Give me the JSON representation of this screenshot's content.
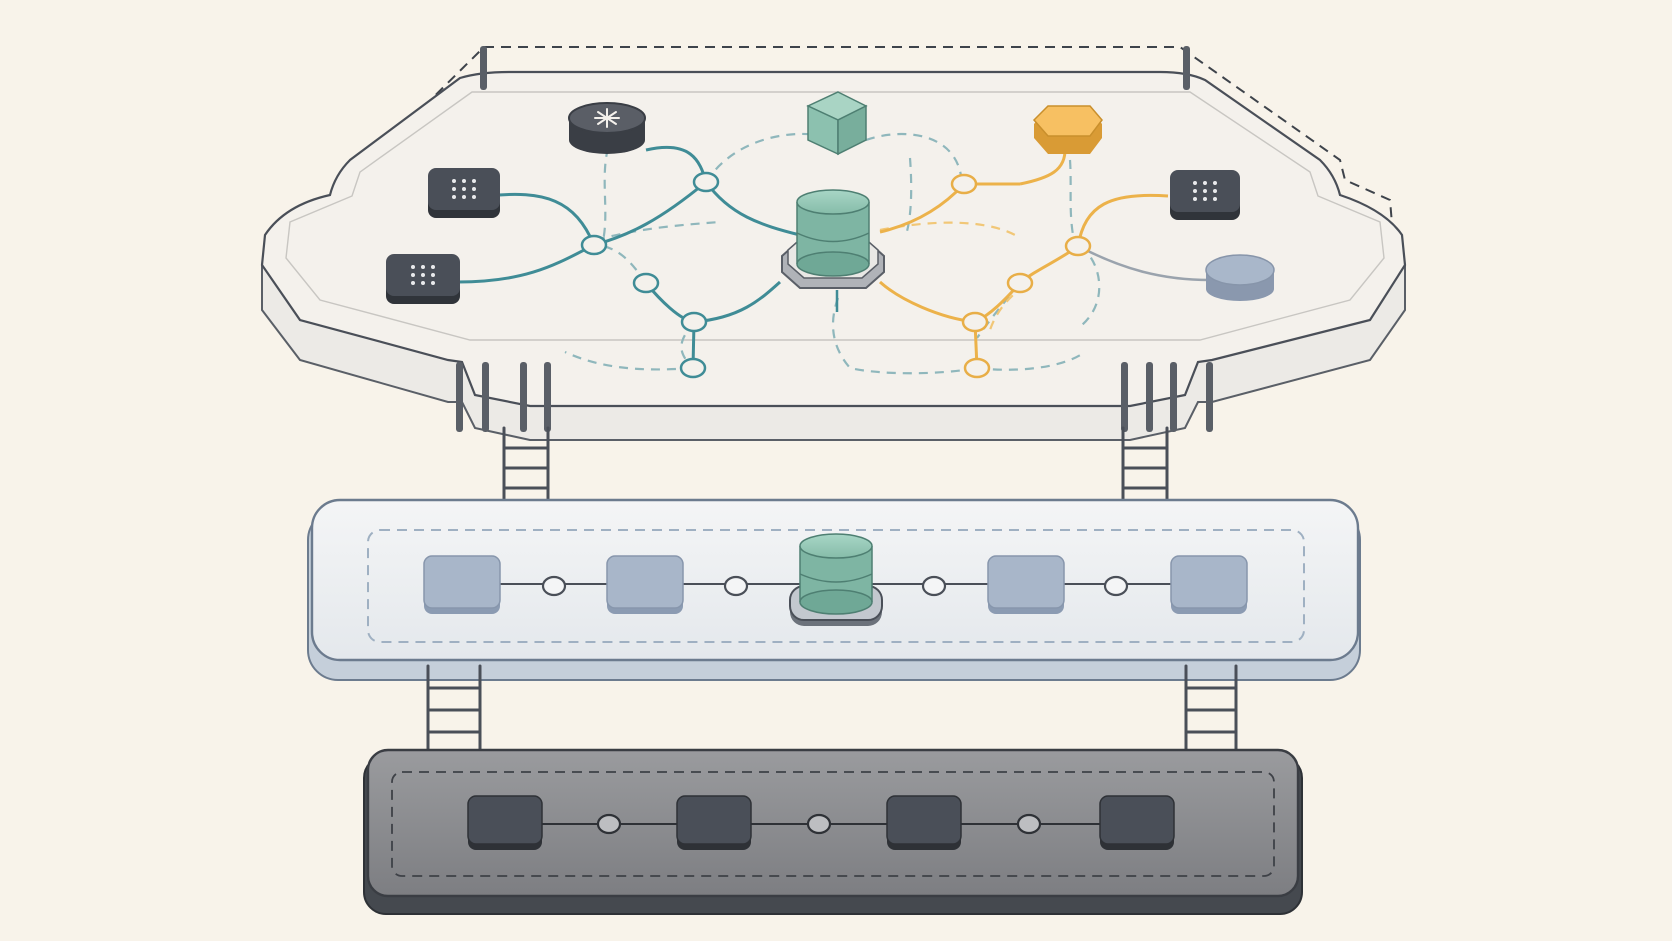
{
  "diagram": {
    "layers": [
      {
        "id": "top",
        "role": "network-mesh",
        "colors": {
          "slab": "#f3f1ee",
          "edge": "#4e535c",
          "teal": "#3f8c96",
          "amber": "#efb74f",
          "dashed-teal": "#8fb7bc",
          "hub": "#8fbfaf"
        },
        "nodes": [
          {
            "id": "star-node",
            "icon": "asterisk-icon",
            "color": "#54585f"
          },
          {
            "id": "cube-node",
            "icon": "cube-icon",
            "color": "#8fc4b0"
          },
          {
            "id": "hex-node",
            "icon": "hexagon-icon",
            "color": "#f4bb5c"
          },
          {
            "id": "grid-node-left-1",
            "icon": "grid-dots-icon",
            "color": "#4a4f58"
          },
          {
            "id": "grid-node-left-2",
            "icon": "grid-dots-icon",
            "color": "#4a4f58"
          },
          {
            "id": "grid-node-right",
            "icon": "grid-dots-icon",
            "color": "#4a4f58"
          },
          {
            "id": "disc-node",
            "icon": "disc-icon",
            "color": "#a6b4c8"
          },
          {
            "id": "hub",
            "icon": "database-icon",
            "color": "#8fc4b0"
          }
        ]
      },
      {
        "id": "middle",
        "role": "linear-chain",
        "colors": {
          "slab": "#eef0f2",
          "border": "#9fb0c2",
          "block": "#a6b4c8"
        },
        "nodes": [
          "block",
          "block",
          "database",
          "block",
          "block"
        ]
      },
      {
        "id": "bottom",
        "role": "linear-chain",
        "colors": {
          "slab": "#8a8b8f",
          "border": "#4a4e55",
          "block": "#4a4f58"
        },
        "nodes": [
          "block",
          "block",
          "block",
          "block"
        ]
      }
    ],
    "connectors": {
      "ladder-icon": 4
    }
  }
}
